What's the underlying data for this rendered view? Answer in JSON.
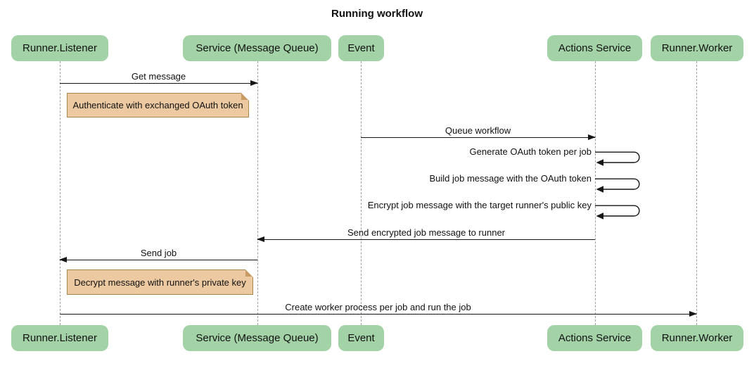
{
  "title": "Running workflow",
  "colors": {
    "actor_fill": "#a2d2a6",
    "note_fill": "#ecc9a0",
    "note_border": "#ad854f",
    "lifeline": "#9d9d9d",
    "arrow": "#161616",
    "text": "#111111",
    "background": "#ffffff"
  },
  "participants": [
    {
      "label": "Runner.Listener"
    },
    {
      "label": "Service (Message Queue)"
    },
    {
      "label": "Event"
    },
    {
      "label": "Actions Service"
    },
    {
      "label": "Runner.Worker"
    }
  ],
  "messages": [
    {
      "from": "Runner.Listener",
      "to": "Service (Message Queue)",
      "type": "arrow",
      "label": "Get message"
    },
    {
      "from": "Event",
      "to": "Actions Service",
      "type": "arrow",
      "label": "Queue workflow"
    },
    {
      "from": "Actions Service",
      "to": "Actions Service",
      "type": "self",
      "label": "Generate OAuth token per job"
    },
    {
      "from": "Actions Service",
      "to": "Actions Service",
      "type": "self",
      "label": "Build job message with the OAuth token"
    },
    {
      "from": "Actions Service",
      "to": "Actions Service",
      "type": "self",
      "label": "Encrypt job message with the target runner's public key"
    },
    {
      "from": "Actions Service",
      "to": "Service (Message Queue)",
      "type": "arrow",
      "label": "Send encrypted job message to runner"
    },
    {
      "from": "Service (Message Queue)",
      "to": "Runner.Listener",
      "type": "arrow",
      "label": "Send job"
    },
    {
      "from": "Runner.Listener",
      "to": "Runner.Worker",
      "type": "arrow",
      "label": "Create worker process per job and run the job"
    }
  ],
  "notes": [
    {
      "position": "right of Runner.Listener",
      "label": "Authenticate with exchanged OAuth token"
    },
    {
      "position": "right of Runner.Listener",
      "label": "Decrypt message with runner's private key"
    }
  ]
}
